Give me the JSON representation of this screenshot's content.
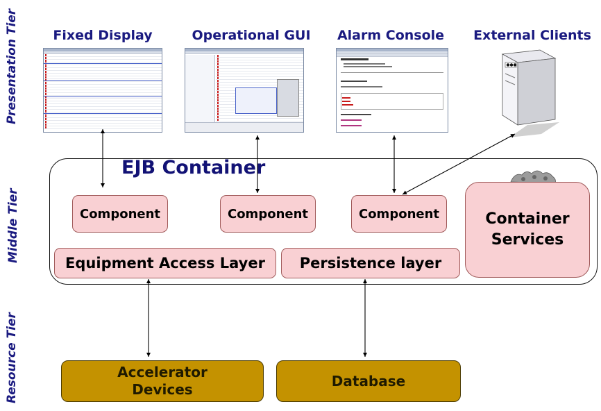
{
  "tiers": {
    "presentation": "Presentation Tier",
    "middle": "Middle Tier",
    "resource": "Resource Tier"
  },
  "presentation_clients": [
    {
      "label": "Fixed Display"
    },
    {
      "label": "Operational GUI"
    },
    {
      "label": "Alarm Console"
    },
    {
      "label": "External Clients"
    }
  ],
  "ejb_container": {
    "title": "EJB Container",
    "components": [
      "Component",
      "Component",
      "Component"
    ],
    "container_services": [
      "Container",
      "Services"
    ],
    "equipment_access_layer": "Equipment Access Layer",
    "persistence_layer": "Persistence layer"
  },
  "resources": {
    "accelerator": [
      "Accelerator",
      "Devices"
    ],
    "database": "Database"
  },
  "colors": {
    "tier_text": "#1a1a80",
    "component_fill": "#f9d0d3",
    "resource_fill": "#c49200"
  }
}
